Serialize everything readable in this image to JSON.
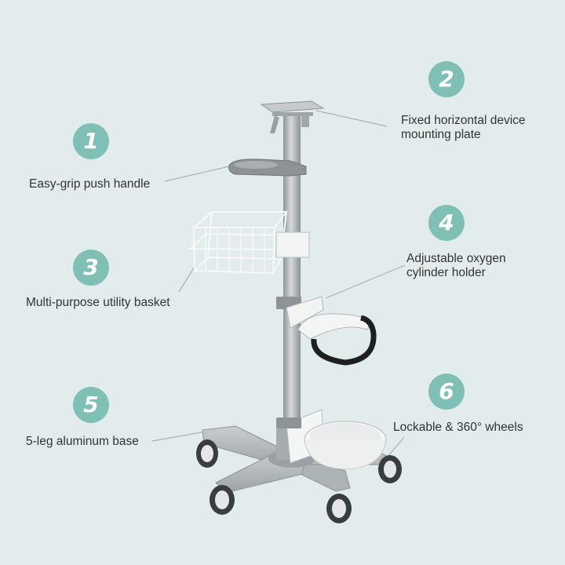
{
  "callouts": [
    {
      "number": "1",
      "text": "Easy-grip push handle"
    },
    {
      "number": "2",
      "text_line1": "Fixed horizontal device",
      "text_line2": "mounting plate"
    },
    {
      "number": "3",
      "text": "Multi-purpose utility basket"
    },
    {
      "number": "4",
      "text_line1": "Adjustable oxygen",
      "text_line2": "cylinder holder"
    },
    {
      "number": "5",
      "text": "5-leg aluminum base"
    },
    {
      "number": "6",
      "text": "Lockable & 360° wheels"
    }
  ],
  "colors": {
    "background": "#e2ecec",
    "badge": "#7fbfb5",
    "text": "#333333"
  }
}
